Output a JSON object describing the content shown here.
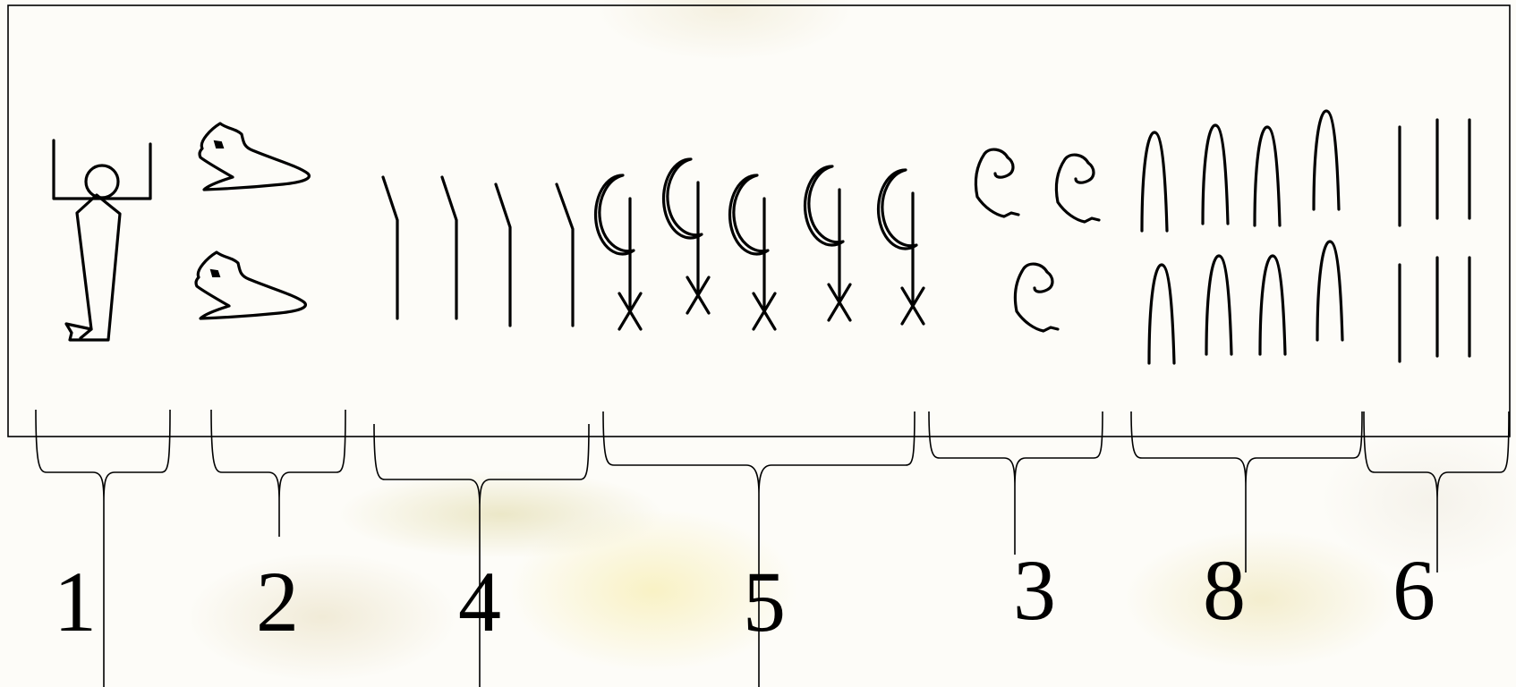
{
  "numerals": [
    "1",
    "2",
    "4",
    "5",
    "3",
    "8",
    "6"
  ]
}
